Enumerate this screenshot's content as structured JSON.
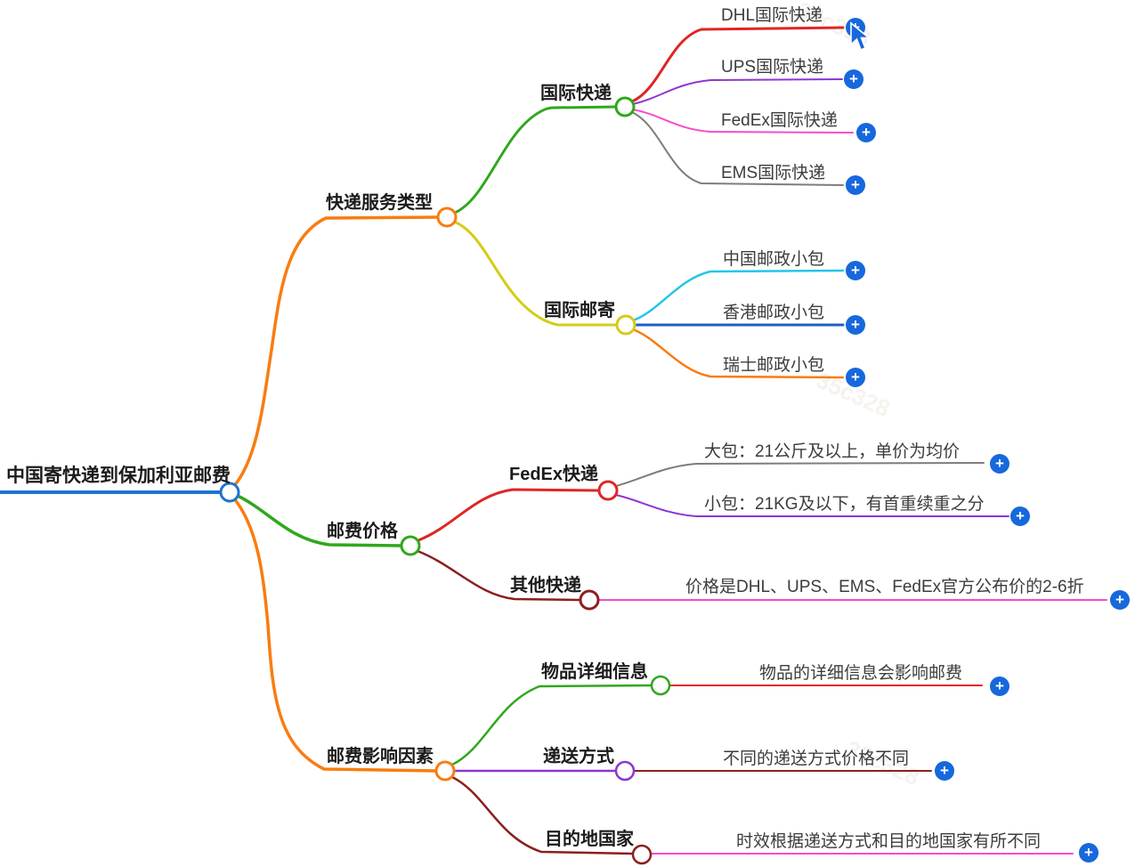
{
  "root": {
    "label": "中国寄快递到保加利亚邮费"
  },
  "branches": [
    {
      "label": "快递服务类型",
      "children": [
        {
          "label": "国际快递",
          "children": [
            {
              "label": "DHL国际快递"
            },
            {
              "label": "UPS国际快递"
            },
            {
              "label": "FedEx国际快递"
            },
            {
              "label": "EMS国际快递"
            }
          ]
        },
        {
          "label": "国际邮寄",
          "children": [
            {
              "label": "中国邮政小包"
            },
            {
              "label": "香港邮政小包"
            },
            {
              "label": "瑞士邮政小包"
            }
          ]
        }
      ]
    },
    {
      "label": "邮费价格",
      "children": [
        {
          "label": "FedEx快递",
          "children": [
            {
              "label": "大包：21公斤及以上，单价为均价"
            },
            {
              "label": "小包：21KG及以下，有首重续重之分"
            }
          ]
        },
        {
          "label": "其他快递",
          "children": [
            {
              "label": "价格是DHL、UPS、EMS、FedEx官方公布价的2-6折"
            }
          ]
        }
      ]
    },
    {
      "label": "邮费影响因素",
      "children": [
        {
          "label": "物品详细信息",
          "children": [
            {
              "label": "物品的详细信息会影响邮费"
            }
          ]
        },
        {
          "label": "递送方式",
          "children": [
            {
              "label": "不同的递送方式价格不同"
            }
          ]
        },
        {
          "label": "目的地国家",
          "children": [
            {
              "label": "时效根据递送方式和目的地国家有所不同"
            }
          ]
        }
      ]
    }
  ],
  "icons": {
    "plus": "+"
  },
  "watermark": {
    "text": "35c328"
  },
  "colors": {
    "root_blue": "#1e73d2",
    "orange": "#f97c11",
    "green": "#2fa81c",
    "yellow": "#d4cc18",
    "red": "#e02525",
    "purple": "#8f35d2",
    "magenta": "#f54ccc",
    "gray": "#7d7d7d",
    "cyan": "#25c5e8",
    "dark_blue": "#1d5fc2",
    "dark_red": "#8c1f1f",
    "plus_button_blue": "#1668dc"
  }
}
